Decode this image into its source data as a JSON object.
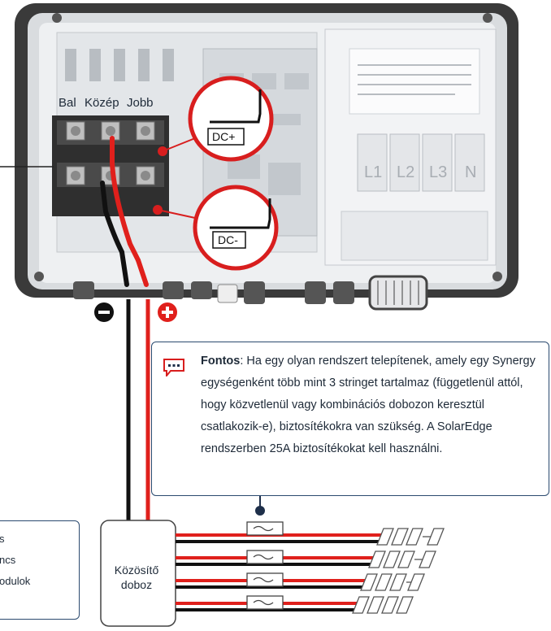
{
  "terminals": {
    "left": "Bal",
    "middle": "Közép",
    "right": "Jobb"
  },
  "callouts": {
    "dc_plus": "DC+",
    "dc_minus": "DC-"
  },
  "polarity": {
    "negative": "−",
    "positive": "+"
  },
  "phases": [
    "L1",
    "L2",
    "L3",
    "N"
  ],
  "note": {
    "title": "Fontos",
    "text": ": Ha egy olyan rendszert telepítenek, amely egy Synergy egységenként több mint 3 stringet tartalmaz (függetlenül attól, hogy közvetlenül vagy kombinációs dobozon keresztül csatlakozik-e), biztosítékokra van szükség. A SolarEdge rendszerben 25A biztosítékokat kell használni."
  },
  "legend": {
    "line1": "s",
    "line2": "ncs",
    "line3": "odulok"
  },
  "combiner": {
    "line1": "Közösítő",
    "line2": "doboz"
  },
  "colors": {
    "positive_wire": "#e0201c",
    "negative_wire": "#111111",
    "callout_ring": "#d81e1e",
    "box_border": "#2b4a6f"
  }
}
